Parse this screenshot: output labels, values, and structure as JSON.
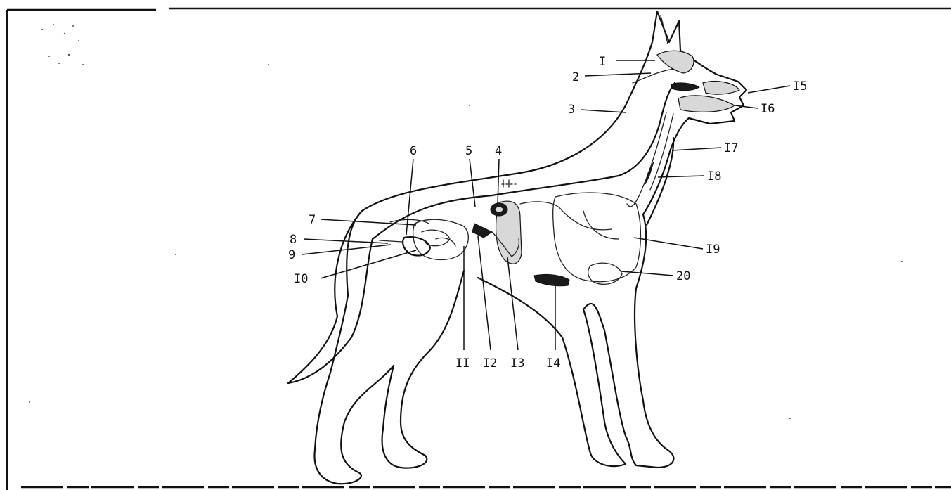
{
  "diagram": {
    "subject": "dog anatomy",
    "labels": [
      {
        "id": "1",
        "text": "I"
      },
      {
        "id": "2",
        "text": "2"
      },
      {
        "id": "3",
        "text": "3"
      },
      {
        "id": "4",
        "text": "4"
      },
      {
        "id": "5",
        "text": "5"
      },
      {
        "id": "6",
        "text": "6"
      },
      {
        "id": "7",
        "text": "7"
      },
      {
        "id": "8",
        "text": "8"
      },
      {
        "id": "9",
        "text": "9"
      },
      {
        "id": "10",
        "text": "I0"
      },
      {
        "id": "11",
        "text": "II"
      },
      {
        "id": "12",
        "text": "I2"
      },
      {
        "id": "13",
        "text": "I3"
      },
      {
        "id": "14",
        "text": "I4"
      },
      {
        "id": "15",
        "text": "I5"
      },
      {
        "id": "16",
        "text": "I6"
      },
      {
        "id": "17",
        "text": "I7"
      },
      {
        "id": "18",
        "text": "I8"
      },
      {
        "id": "19",
        "text": "I9"
      },
      {
        "id": "20",
        "text": "20"
      }
    ]
  }
}
